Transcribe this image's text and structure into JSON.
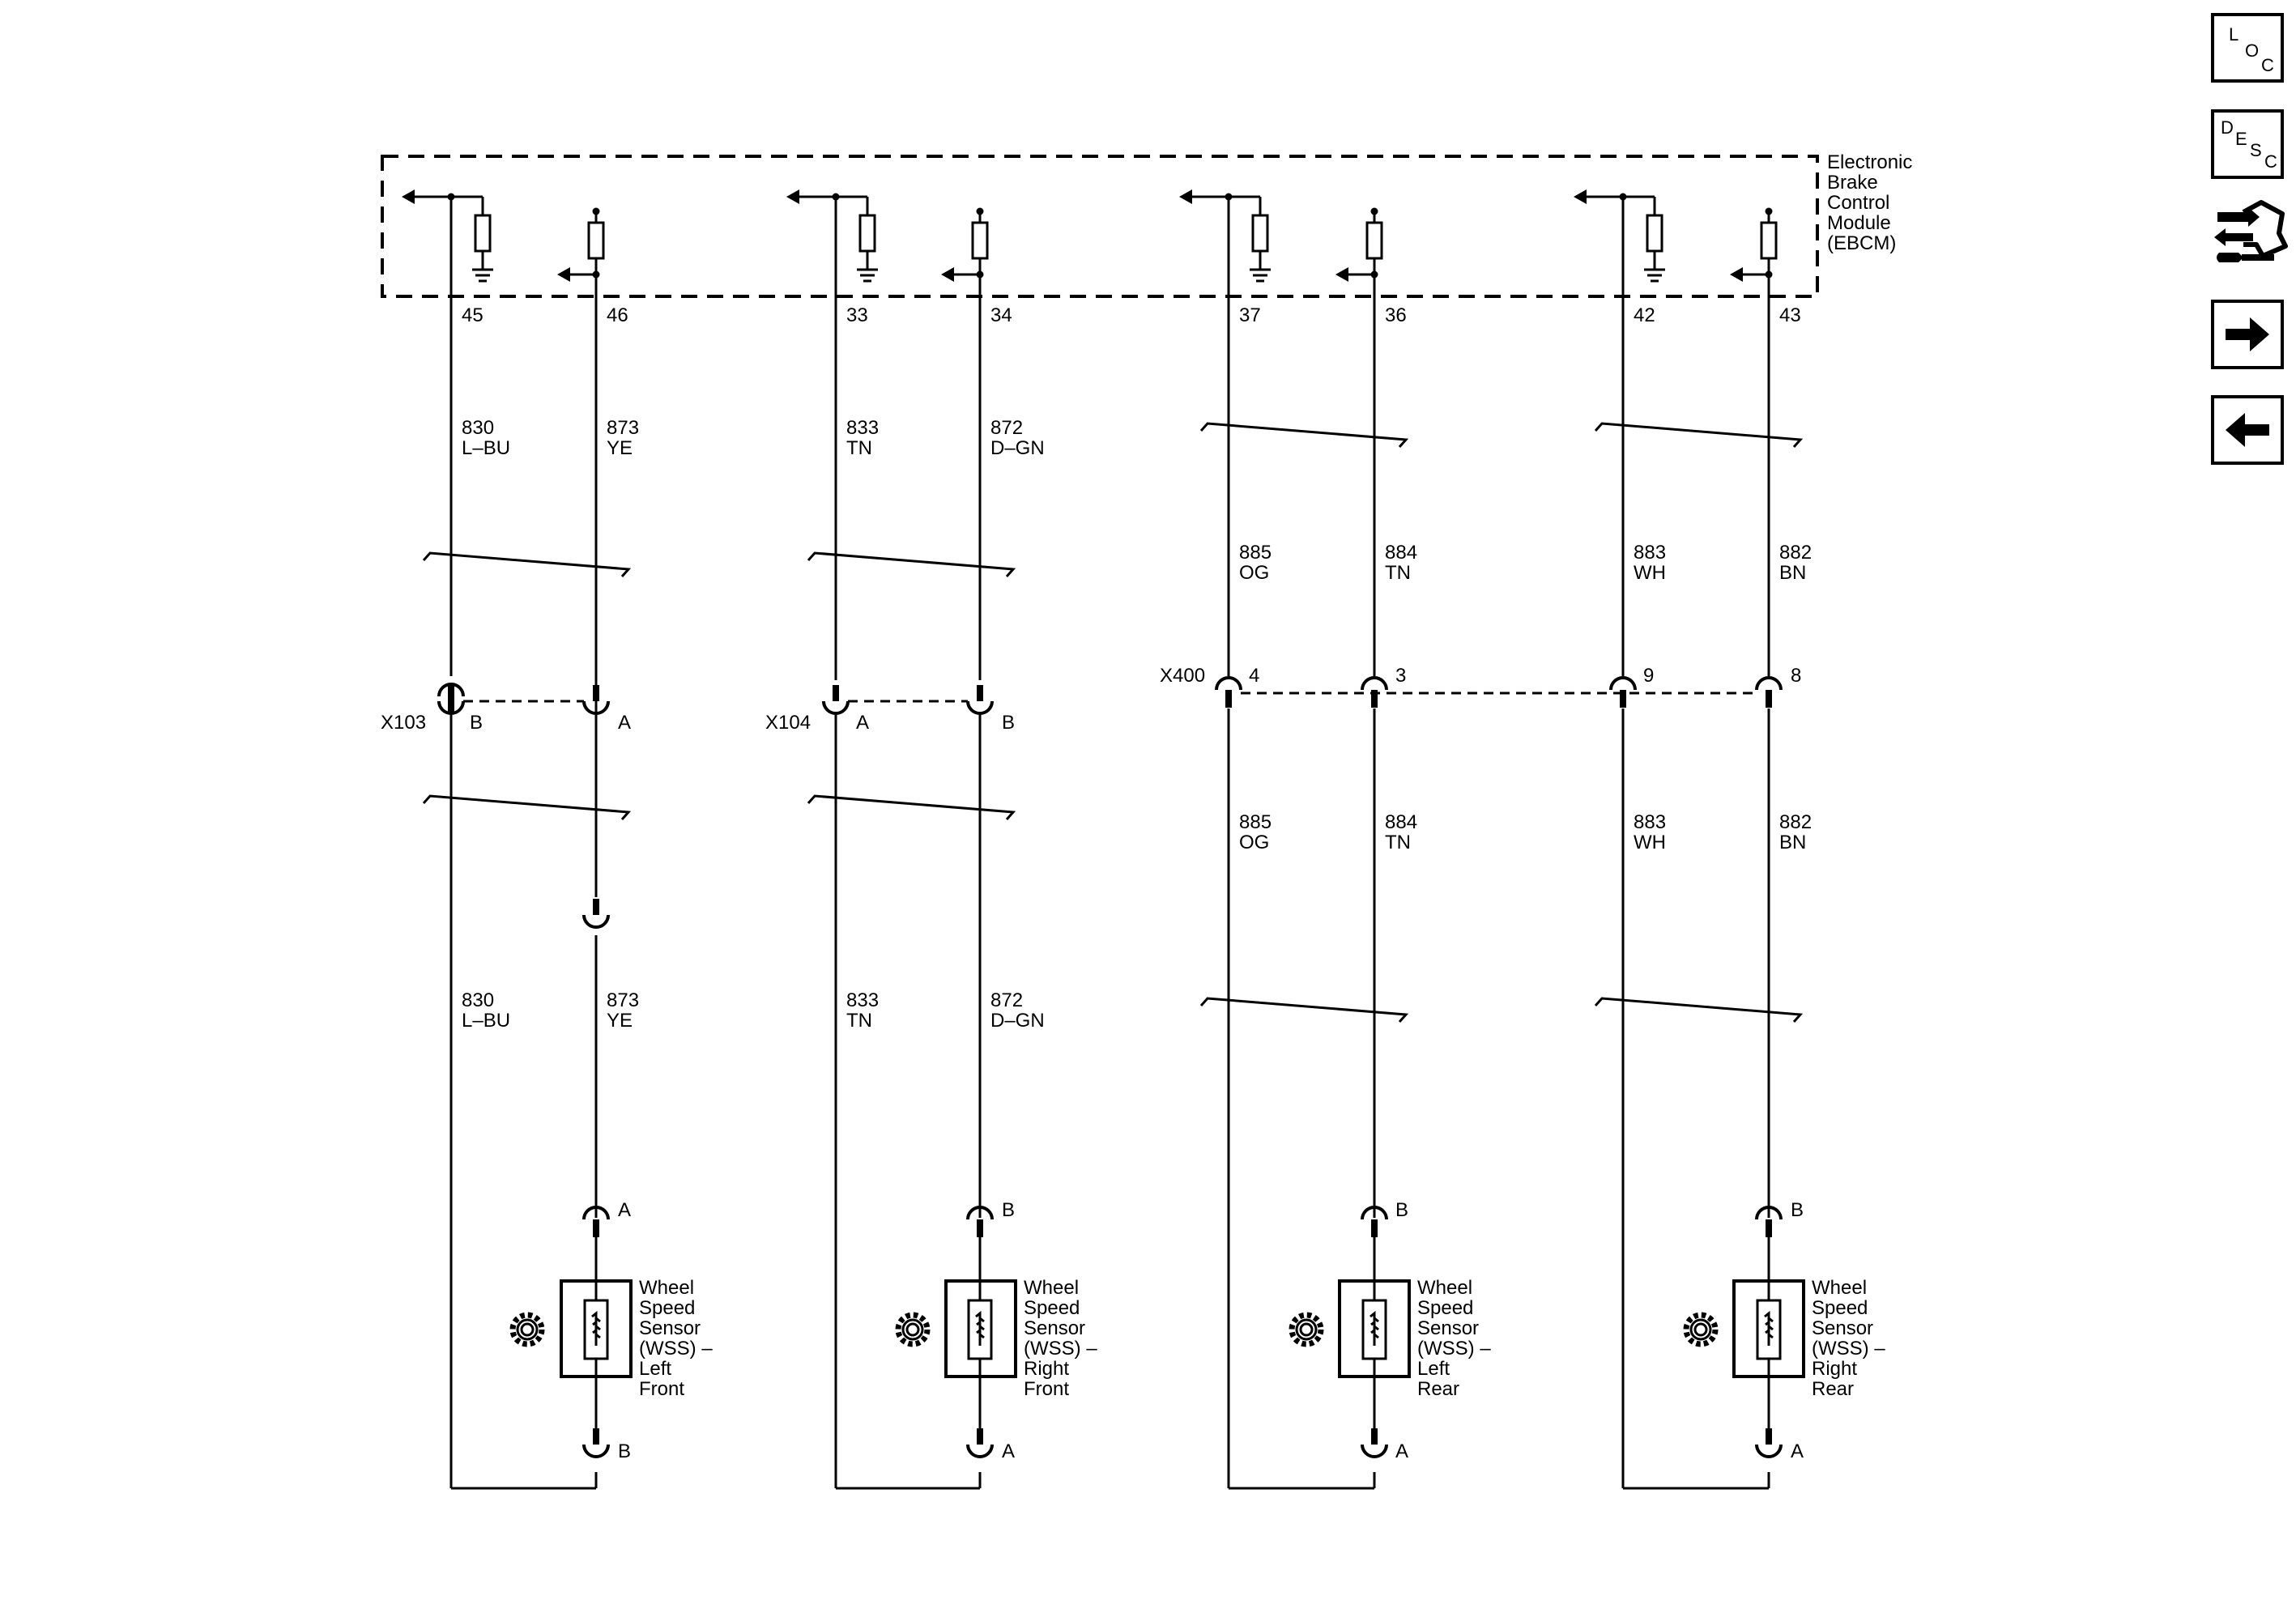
{
  "module": {
    "name_lines": [
      "Electronic",
      "Brake",
      "Control",
      "Module",
      "(EBCM)"
    ]
  },
  "circuits": [
    {
      "id": "lf",
      "pins": [
        "45",
        "46"
      ],
      "wires": [
        {
          "number": "830",
          "color": "L–BU"
        },
        {
          "number": "873",
          "color": "YE"
        }
      ],
      "connector": {
        "name": "X103",
        "terminals": [
          "B",
          "A"
        ]
      },
      "sensor_terminals": {
        "top": "A",
        "bottom": "B"
      },
      "sensor_name_lines": [
        "Wheel",
        "Speed",
        "Sensor",
        "(WSS) –",
        "Left",
        "Front"
      ]
    },
    {
      "id": "rf",
      "pins": [
        "33",
        "34"
      ],
      "wires": [
        {
          "number": "833",
          "color": "TN"
        },
        {
          "number": "872",
          "color": "D–GN"
        }
      ],
      "connector": {
        "name": "X104",
        "terminals": [
          "A",
          "B"
        ]
      },
      "sensor_terminals": {
        "top": "B",
        "bottom": "A"
      },
      "sensor_name_lines": [
        "Wheel",
        "Speed",
        "Sensor",
        "(WSS) –",
        "Right",
        "Front"
      ]
    },
    {
      "id": "lr",
      "pins": [
        "37",
        "36"
      ],
      "wires": [
        {
          "number": "885",
          "color": "OG"
        },
        {
          "number": "884",
          "color": "TN"
        }
      ],
      "connector": {
        "terminals": [
          "4",
          "3"
        ]
      },
      "sensor_terminals": {
        "top": "B",
        "bottom": "A"
      },
      "sensor_name_lines": [
        "Wheel",
        "Speed",
        "Sensor",
        "(WSS) –",
        "Left",
        "Rear"
      ]
    },
    {
      "id": "rr",
      "pins": [
        "42",
        "43"
      ],
      "wires": [
        {
          "number": "883",
          "color": "WH"
        },
        {
          "number": "882",
          "color": "BN"
        }
      ],
      "connector": {
        "terminals": [
          "9",
          "8"
        ]
      },
      "sensor_terminals": {
        "top": "B",
        "bottom": "A"
      },
      "sensor_name_lines": [
        "Wheel",
        "Speed",
        "Sensor",
        "(WSS) –",
        "Right",
        "Rear"
      ]
    }
  ],
  "rear_connector": {
    "name": "X400"
  },
  "nav": {
    "loc": [
      "L",
      "O",
      "C"
    ],
    "desc": [
      "D",
      "E",
      "S",
      "C"
    ],
    "icons": [
      "connector-end-view-icon",
      "next-page-arrow-icon",
      "previous-page-arrow-icon"
    ]
  }
}
